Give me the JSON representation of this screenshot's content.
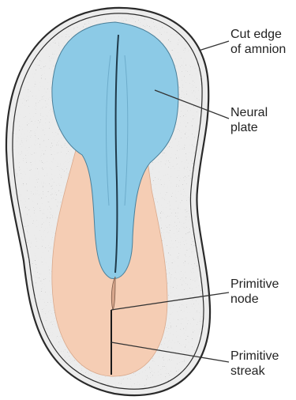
{
  "labels": {
    "cut_edge_of_amnion": [
      "Cut edge",
      "of amnion"
    ],
    "neural_plate": [
      "Neural",
      "plate"
    ],
    "primitive_node": [
      "Primitive",
      "node"
    ],
    "primitive_streak": [
      "Primitive",
      "streak"
    ]
  },
  "colors": {
    "neural_plate": "#8ccae6",
    "ectoderm": "#f5cdb4",
    "amnion_surface": "#ececec",
    "outline": "#2a2a2a",
    "leader_line": "#333333"
  }
}
